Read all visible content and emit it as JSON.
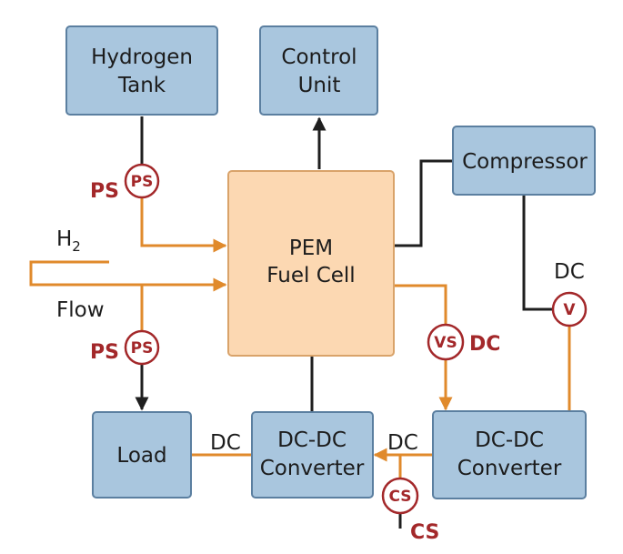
{
  "blocks": {
    "hydrogen_tank": [
      "Hydrogen",
      "Tank"
    ],
    "control_unit": [
      "Control",
      "Unit"
    ],
    "compressor": "Compressor",
    "fuel_cell": [
      "PEM",
      "Fuel Cell"
    ],
    "load": "Load",
    "dcdc_left": [
      "DC-DC",
      "Converter"
    ],
    "dcdc_right": [
      "DC-DC",
      "Converter"
    ]
  },
  "flow_labels": {
    "h2_base": "H",
    "h2_sub": "2",
    "flow": "Flow"
  },
  "signal_labels": {
    "dc_compressor": "DC",
    "dc_fuelcell": "DC",
    "dc_load": "DC",
    "dc_converters": "DC"
  },
  "sensors": {
    "ps_top": {
      "symbol": "PS",
      "label": "PS"
    },
    "ps_bottom": {
      "symbol": "PS",
      "label": "PS"
    },
    "vs": {
      "symbol": "VS",
      "label": "DC"
    },
    "v": {
      "symbol": "V"
    },
    "cs": {
      "symbol": "CS",
      "label": "CS"
    }
  },
  "colors": {
    "block_fill": "#a9c6de",
    "fuel_cell_fill": "#fcd8b2",
    "power_line": "#e08a2c",
    "signal_line": "#1f1f1f",
    "sensor_red": "#a3282a"
  }
}
